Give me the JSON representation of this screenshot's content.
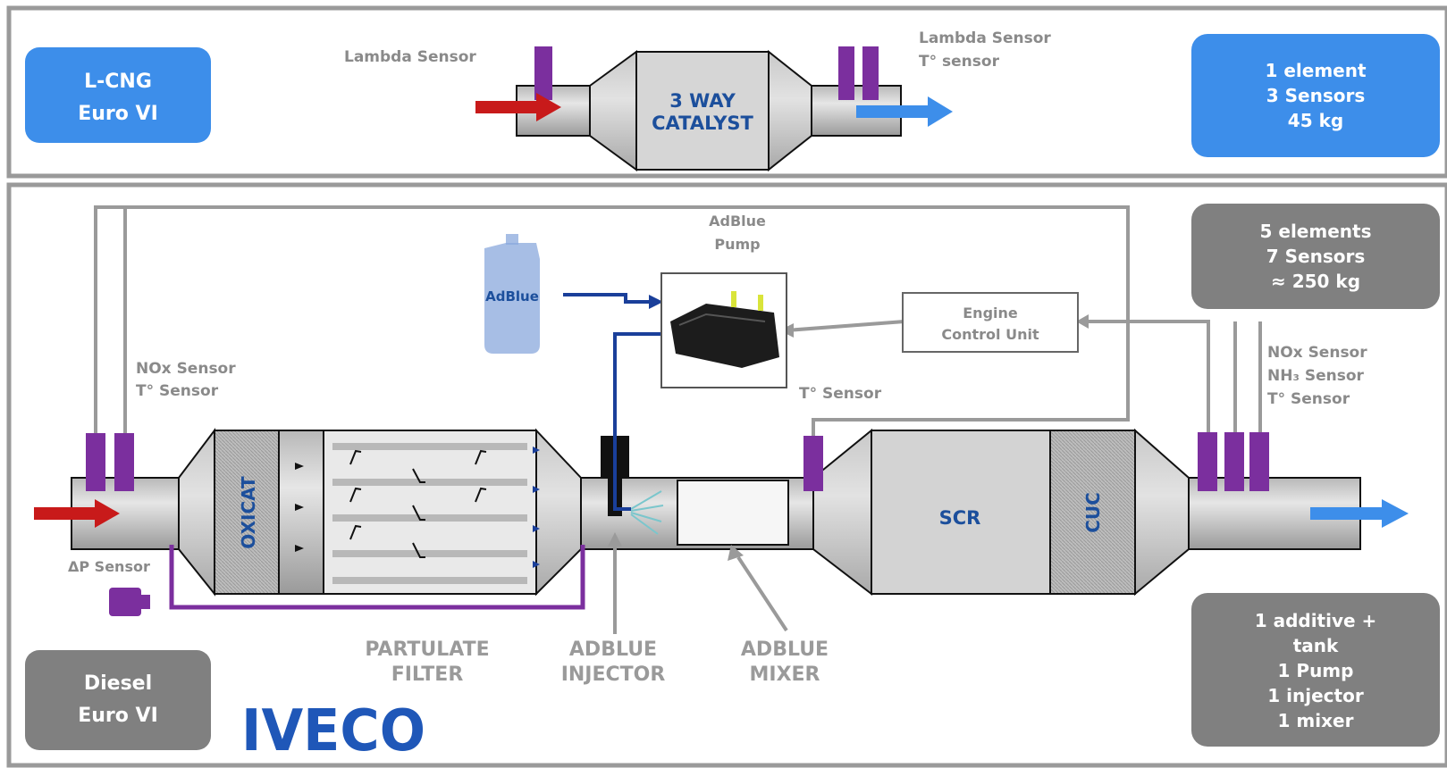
{
  "cng": {
    "badge_line1": "L-CNG",
    "badge_line2": "Euro VI",
    "catalyst_line1": "3 WAY",
    "catalyst_line2": "CATALYST",
    "lambda_left": "Lambda Sensor",
    "lambda_right": "Lambda Sensor",
    "temp_right": "T° sensor",
    "stats": [
      "1 element",
      "3 Sensors",
      "45 kg"
    ],
    "color": "#3d8eea"
  },
  "diesel": {
    "badge_line1": "Diesel",
    "badge_line2": "Euro VI",
    "stats_top": [
      "5 elements",
      "7 Sensors",
      "≈ 250 kg"
    ],
    "stats_bottom": [
      "1 additive +",
      "tank",
      "1 Pump",
      "1 injector",
      "1 mixer"
    ],
    "adblue_tank": "AdBlue",
    "pump_label_1": "AdBlue",
    "pump_label_2": "Pump",
    "ecu_line1": "Engine",
    "ecu_line2": "Control Unit",
    "nox_left_1": "NOx Sensor",
    "nox_left_2": "T° Sensor",
    "temp_mid": "T° Sensor",
    "nox_right_1": "NOx Sensor",
    "nox_right_2": "NH₃ Sensor",
    "nox_right_3": "T° Sensor",
    "dp_sensor": "ΔP Sensor",
    "oxicat": "OXICAT",
    "scr": "SCR",
    "cuc": "CUC",
    "filter_line1": "PARTULATE",
    "filter_line2": "FILTER",
    "injector_line1": "ADBLUE",
    "injector_line2": "INJECTOR",
    "mixer_line1": "ADBLUE",
    "mixer_line2": "MIXER",
    "color": "#808080"
  },
  "brand": "IVECO",
  "colors": {
    "sensor": "#7b2f9e",
    "inlet_arrow": "#c81a1a",
    "outlet_arrow": "#3d8eea",
    "adblue_line": "#1a3f9a",
    "brand": "#1f57b8"
  }
}
